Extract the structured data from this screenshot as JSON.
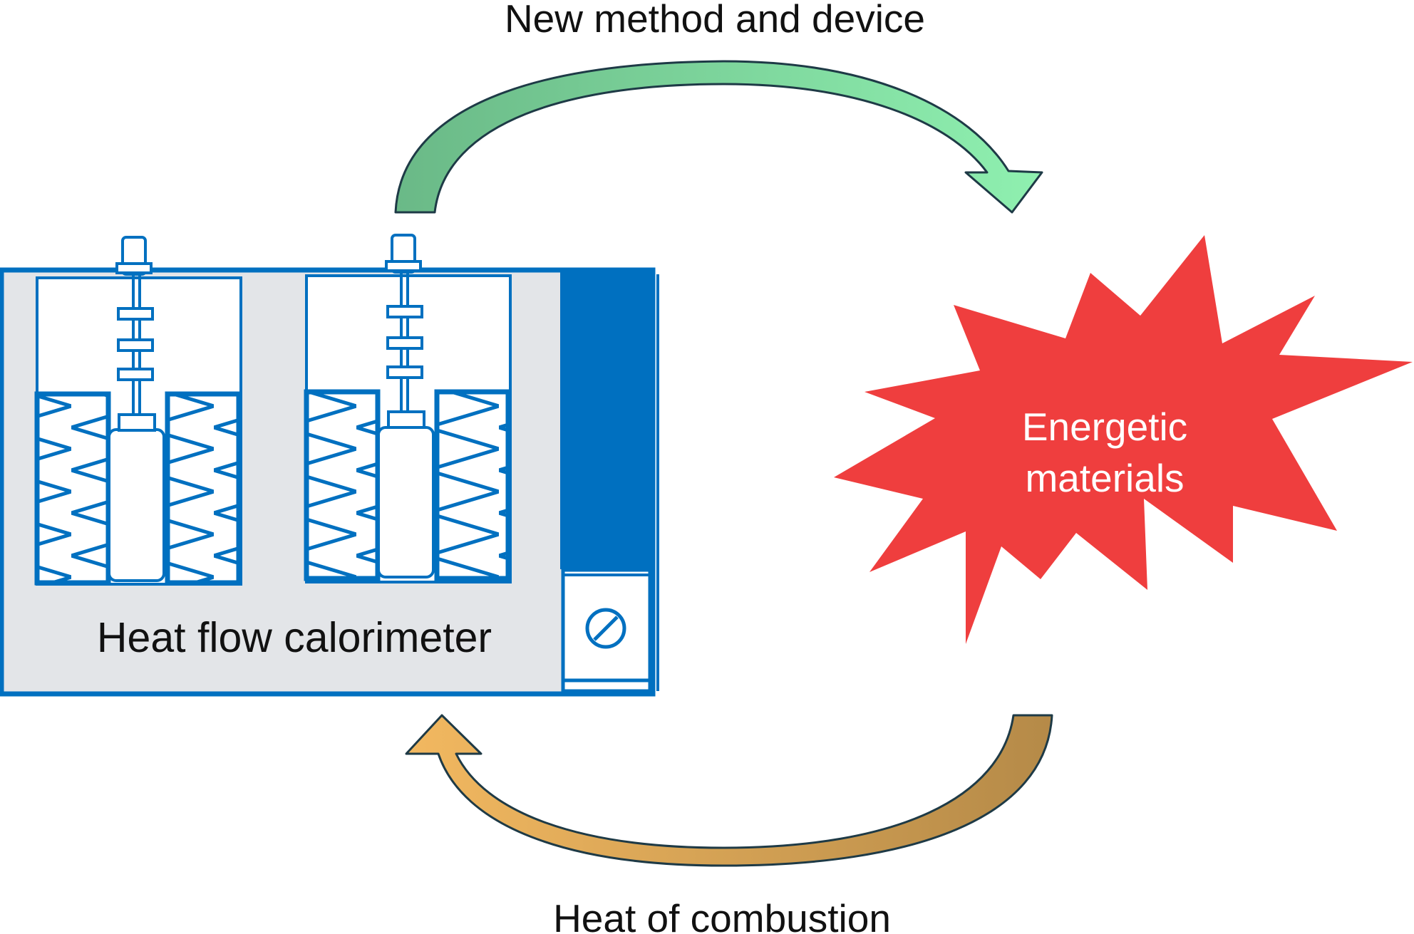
{
  "labels": {
    "top_arrow": "New method and device",
    "bottom_arrow": "Heat of combustion",
    "calorimeter": "Heat flow calorimeter",
    "burst_line1": "Energetic",
    "burst_line2": "materials"
  },
  "icons": {
    "panel_button": "prohibited-icon"
  },
  "colors": {
    "calorimeter_blue": "#0070c0",
    "calorimeter_fill": "#e3e5e8",
    "burst_red": "#ef3e3e",
    "burst_text": "#ffffff",
    "top_arrow_start": "#6ab987",
    "top_arrow_end": "#8ff0b0",
    "bottom_arrow_start": "#f2b860",
    "bottom_arrow_end": "#b58a48",
    "arrow_outline": "#1e3a46",
    "text_dark": "#111111"
  }
}
